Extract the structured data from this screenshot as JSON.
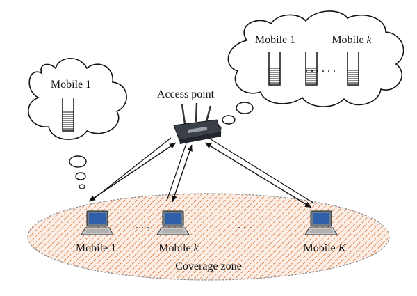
{
  "labels": {
    "access_point": "Access point",
    "coverage_zone": "Coverage zone",
    "bubble_left_mobile": "Mobile 1",
    "bubble_right_mobile_1": "Mobile 1",
    "bubble_right_mobile_k_prefix": "Mobile ",
    "bubble_right_mobile_k_var": "k",
    "dots_bubble": ". . .  . . .",
    "laptop_1": "Mobile 1",
    "laptop_k_prefix": "Mobile ",
    "laptop_k_var": "k",
    "laptop_K_prefix": "Mobile ",
    "laptop_K_var": "K",
    "dots_laptops_1": ". . .",
    "dots_laptops_2": ". . ."
  },
  "colors": {
    "zone_hatch": "#e07a3c",
    "zone_fill": "#fbeee6",
    "laptop_screen": "#2f5fa8",
    "laptop_body": "#c8c8c8",
    "router_body": "#3b3f48",
    "line": "#111111"
  },
  "icons": {
    "access_point": "wifi-router-icon",
    "mobile": "laptop-icon",
    "queue": "buffer-queue-icon"
  }
}
